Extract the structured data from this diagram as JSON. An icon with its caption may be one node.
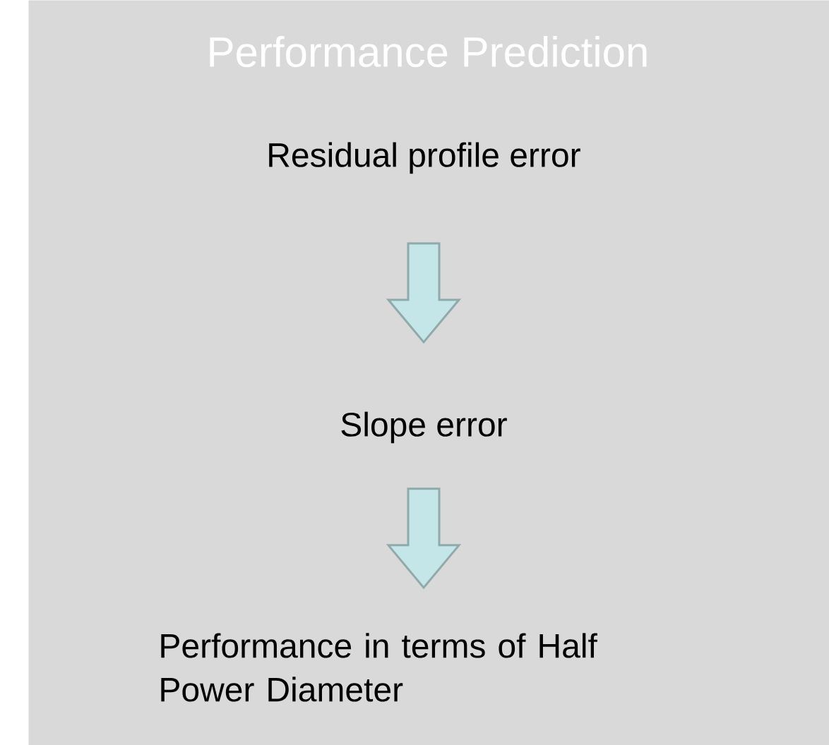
{
  "diagram": {
    "nodes": [
      {
        "text": [
          "Performance Prediction"
        ]
      },
      {
        "text": [
          "Residual profile error"
        ],
        "in": 0
      },
      {
        "text": [
          "Slope error"
        ],
        "in": 0
      },
      {
        "text": [
          "Performance in terms of Half Power Diameter"
        ],
        "in": 0
      }
    ],
    "edges": [
      {
        "from": 1,
        "to": 2,
        "arrow": "to"
      },
      {
        "from": 2,
        "to": 3,
        "arrow": "to"
      }
    ]
  }
}
